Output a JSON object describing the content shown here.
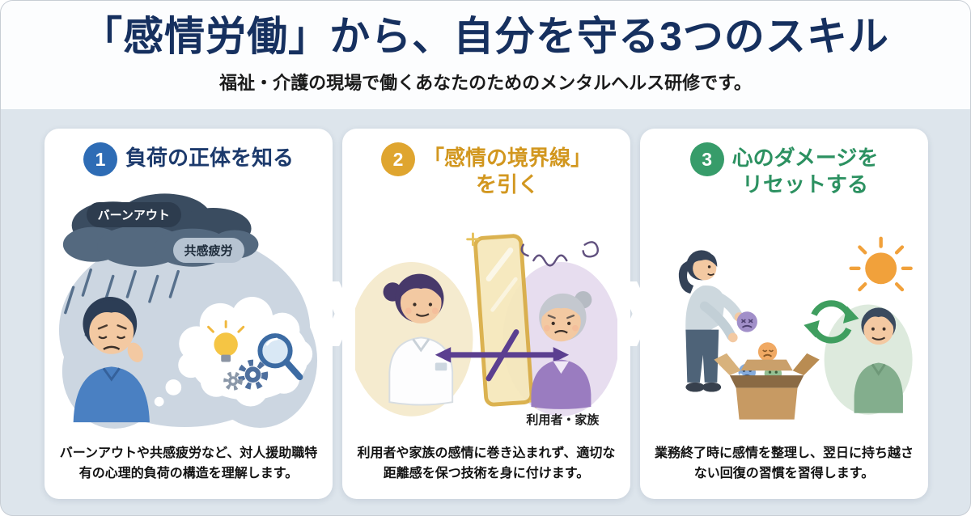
{
  "header": {
    "title": "「感情労働」から、自分を守る3つのスキル",
    "subtitle": "福祉・介護の現場で働くあなたのためのメンタルヘルス研修です。"
  },
  "colors": {
    "background": "#dde5ec",
    "title_navy": "#16305f",
    "card1_accent": "#2e6cb5",
    "card2_accent": "#dfa52f",
    "card3_accent": "#379c6a",
    "card3_title": "#2c9161"
  },
  "cards": [
    {
      "number": "1",
      "title_line1": "負荷の正体を知る",
      "title_line2": "",
      "label_burnout": "バーンアウト",
      "label_fatigue": "共感疲労",
      "caption": "バーンアウトや共感疲労など、対人援助職特有の心理的負荷の構造を理解します。"
    },
    {
      "number": "2",
      "title_line1": "「感情の境界線」",
      "title_line2": "を引く",
      "label_client": "利用者・家族",
      "caption": "利用者や家族の感情に巻き込まれず、適切な距離感を保つ技術を身に付けます。"
    },
    {
      "number": "3",
      "title_line1": "心のダメージを",
      "title_line2": "リセットする",
      "caption": "業務終了時に感情を整理し、翌日に持ち越さない回復の習慣を習得します。"
    }
  ]
}
